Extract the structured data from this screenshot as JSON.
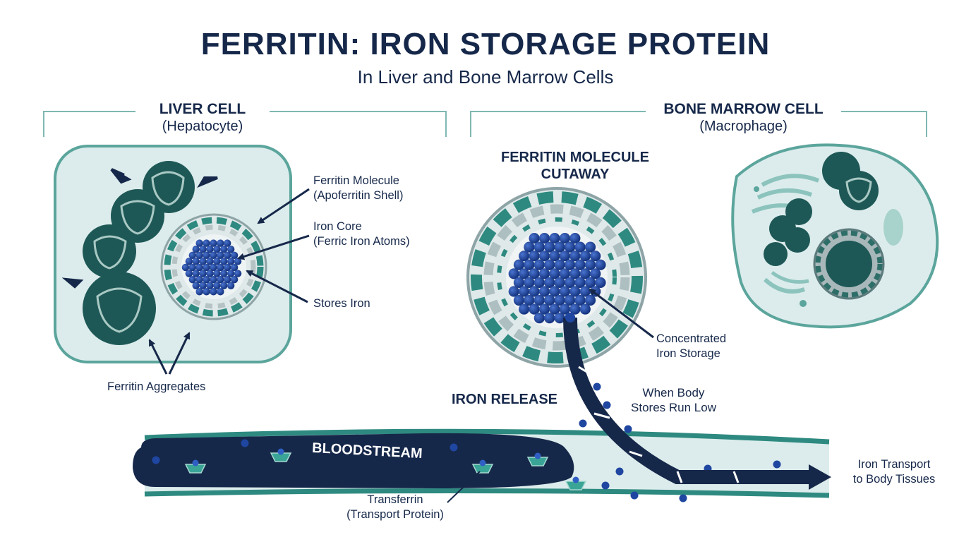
{
  "header": {
    "title": "FERRITIN: IRON STORAGE PROTEIN",
    "subtitle": "In Liver and Bone Marrow Cells"
  },
  "liver_panel": {
    "title": "LIVER CELL",
    "subtitle": "(Hepatocyte)",
    "labels": {
      "ferritin_molecule": [
        "Ferritin Molecule",
        "(Apoferritin Shell)"
      ],
      "iron_core": [
        "Iron Core",
        "(Ferric Iron Atoms)"
      ],
      "stores_iron": "Stores Iron",
      "aggregates": "Ferritin Aggregates"
    }
  },
  "marrow_panel": {
    "title": "BONE MARROW CELL",
    "subtitle": "(Macrophage)",
    "cutaway_title": [
      "FERRITIN MOLECULE",
      "CUTAWAY"
    ],
    "labels": {
      "concentrated": [
        "Concentrated",
        "Iron Storage"
      ],
      "iron_release": "IRON RELEASE",
      "when_low": [
        "When Body",
        "Stores Run Low"
      ]
    }
  },
  "bloodstream": {
    "label": "BLOODSTREAM",
    "transferrin": [
      "Transferrin",
      "(Transport Protein)"
    ],
    "transport": [
      "Iron Transport",
      "to Body Tissues"
    ]
  },
  "colors": {
    "navy": "#16284a",
    "teal": "#2e8a80",
    "cell_fill": "#dcecec",
    "iron_blue": "#1f46a0"
  }
}
